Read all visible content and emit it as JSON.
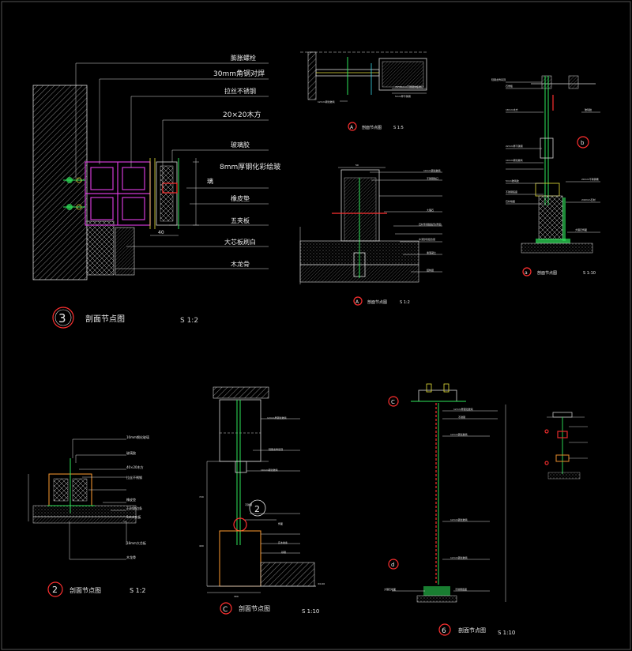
{
  "details": {
    "d3": {
      "labels": [
        "膨胀螺栓",
        "30mm角钢对焊",
        "拉丝不锈钢",
        "20×20木方",
        "玻璃胶",
        "8mm厚钢化彩绘玻",
        "璃",
        "橡皮垫",
        "五夹板",
        "大芯板刷白",
        "木龙骨"
      ],
      "dim": "40",
      "num": "3",
      "title": "剖面节点图",
      "scale": "S 1:2"
    },
    "dA1": {
      "labels": [
        "70*25mm不锈钢夹板收口",
        "5mm厚不锈钢"
      ],
      "left_label": "12mm钢化玻璃",
      "num": "A",
      "title": "剖面节点图",
      "scale": "S 1:5"
    },
    "dA2": {
      "labels": [
        "10mm钢化玻璃",
        "不锈钢收口",
        "大理石",
        "石材专用胶粘剂(厚度)",
        "水泥砂浆结合层",
        "素混凝土",
        "结构层"
      ],
      "dim": "50",
      "num": "A",
      "title": "剖面节点图",
      "scale": "S 1:2"
    },
    "dRight": {
      "labels": [
        "轻钢龙骨吊顶",
        "石膏板",
        "18mm木方",
        "玻璃胶",
        "22mm厚不锈钢",
        "10mm钢化玻璃",
        "5mm玻璃胶",
        "不锈钢底座",
        "石材地面",
        "20mm不锈钢槽",
        "240mm石材",
        "大理石饰面"
      ],
      "tag": "b",
      "num": "a",
      "title": "剖面节点图",
      "scale": "S 1:10"
    },
    "d2": {
      "labels": [
        "10mm钢化玻璃",
        "玻璃胶",
        "40×20木方",
        "拉丝不锈钢",
        "橡皮垫",
        "石材收边条",
        "5mm夹板",
        "18mm大芯板",
        "木龙骨"
      ],
      "num": "2",
      "title": "剖面节点图",
      "scale": "S 1:2"
    },
    "dC": {
      "labels": [
        "12mm厚钢化玻璃",
        "轻钢龙骨吊顶",
        "10mm钢化玻璃",
        "不锈钢",
        "饰面",
        "实木线条",
        "基层"
      ],
      "tag": "2",
      "dims": [
        "720",
        "400",
        "300",
        "±0.00"
      ],
      "num": "C",
      "title": "剖面节点图",
      "scale": "S 1:10"
    },
    "d6": {
      "labels": [
        "12mm厚钢化玻璃",
        "不锈钢",
        "12mm钢化玻璃",
        "12mm钢化玻璃",
        "12mm钢化玻璃",
        "不锈钢底座",
        "大理石地面"
      ],
      "tags": [
        "C",
        "d"
      ],
      "num": "6",
      "title": "剖面节点图",
      "scale": "S 1:10"
    }
  },
  "colors": {
    "background": "#000000",
    "linework": "#d8d8d8",
    "green": "#2ee65a",
    "magenta": "#d23ad6",
    "yellow": "#e6e03a",
    "red": "#ff3030",
    "cyan": "#3ad6e6"
  }
}
